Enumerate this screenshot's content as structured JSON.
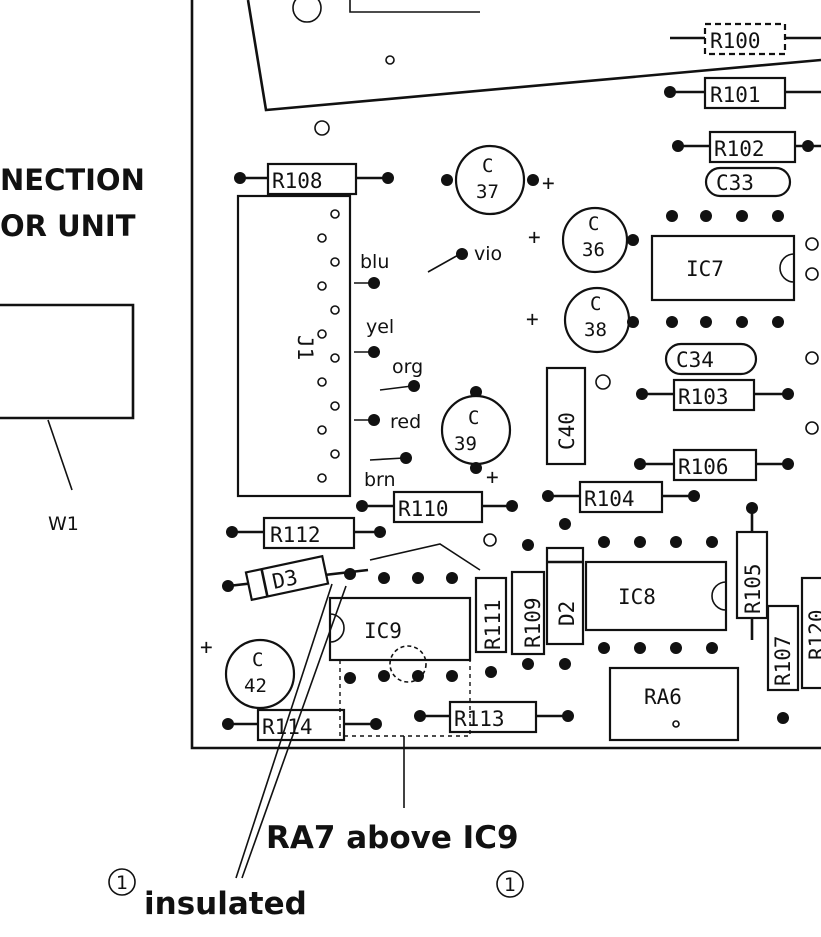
{
  "heading_left": {
    "line1": "NECTION",
    "line2": "OR UNIT"
  },
  "wire_label": "W1",
  "wire_colors": [
    "blu",
    "vio",
    "yel",
    "org",
    "red",
    "brn"
  ],
  "connector": "J1",
  "resistors": {
    "r100": "R100",
    "r101": "R101",
    "r102": "R102",
    "r108": "R108",
    "r103": "R103",
    "r106": "R106",
    "r110": "R110",
    "r104": "R104",
    "r112": "R112",
    "r105": "R105",
    "r111": "R111",
    "r109": "R109",
    "r107": "R107",
    "r120": "R120",
    "r114": "R114",
    "r113": "R113"
  },
  "capacitors": {
    "c37": [
      "C",
      "37"
    ],
    "c36": [
      "C",
      "36"
    ],
    "c38": [
      "C",
      "38"
    ],
    "c39": [
      "C",
      "39"
    ],
    "c42": [
      "C",
      "42"
    ],
    "c33": "C33",
    "c34": "C34",
    "c40": "C40"
  },
  "ics": {
    "ic7": "IC7",
    "ic8": "IC8",
    "ic9": "IC9"
  },
  "diodes": {
    "d2": "D2",
    "d3": "D3"
  },
  "arrays": {
    "ra6": "RA6"
  },
  "plus": "+",
  "annotations": {
    "ra7": "RA7 above IC9",
    "insulated": "insulated",
    "note_mark": "1"
  }
}
